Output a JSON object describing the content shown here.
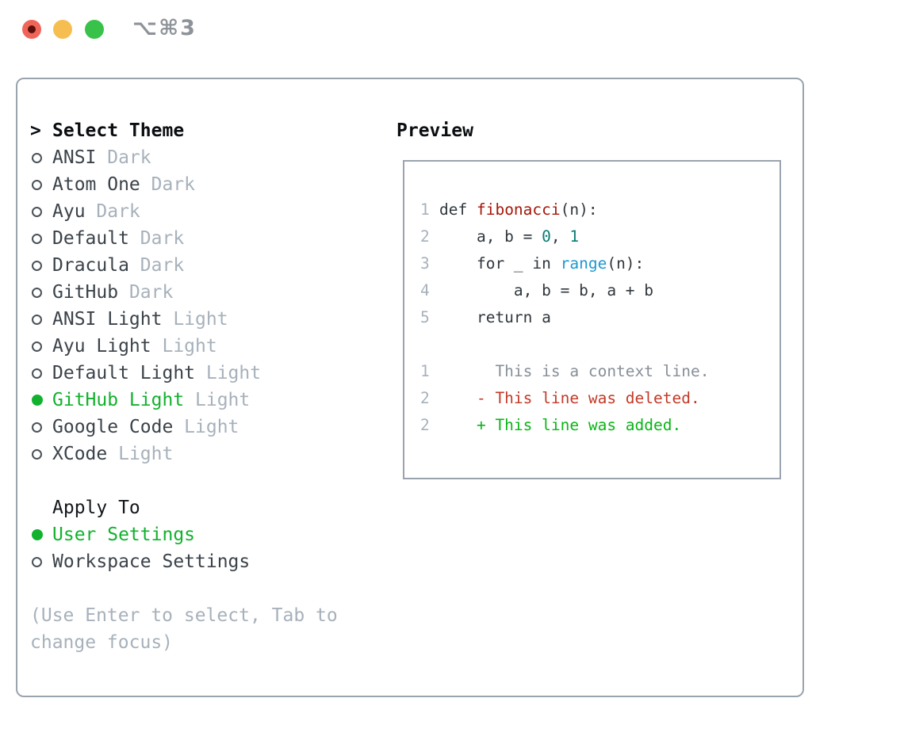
{
  "window": {
    "title": "⌥⌘3"
  },
  "theme_select": {
    "cursor": ">",
    "title": "Select Theme",
    "items": [
      {
        "label": "ANSI",
        "variant": "Dark",
        "selected": false
      },
      {
        "label": "Atom One",
        "variant": "Dark",
        "selected": false
      },
      {
        "label": "Ayu",
        "variant": "Dark",
        "selected": false
      },
      {
        "label": "Default",
        "variant": "Dark",
        "selected": false
      },
      {
        "label": "Dracula",
        "variant": "Dark",
        "selected": false
      },
      {
        "label": "GitHub",
        "variant": "Dark",
        "selected": false
      },
      {
        "label": "ANSI Light",
        "variant": "Light",
        "selected": false
      },
      {
        "label": "Ayu Light",
        "variant": "Light",
        "selected": false
      },
      {
        "label": "Default Light",
        "variant": "Light",
        "selected": false
      },
      {
        "label": "GitHub Light",
        "variant": "Light",
        "selected": true
      },
      {
        "label": "Google Code",
        "variant": "Light",
        "selected": false
      },
      {
        "label": "XCode",
        "variant": "Light",
        "selected": false
      }
    ]
  },
  "apply_to": {
    "title": "Apply To",
    "options": [
      {
        "label": "User Settings",
        "selected": true
      },
      {
        "label": "Workspace Settings",
        "selected": false
      }
    ]
  },
  "hint": {
    "text": "(Use Enter to select, Tab to change focus)"
  },
  "preview": {
    "title": "Preview",
    "code_lines": [
      {
        "num": "1",
        "tokens": [
          [
            "def ",
            "fg"
          ],
          [
            "fibonacci",
            "func"
          ],
          [
            "(n):",
            "fg"
          ]
        ]
      },
      {
        "num": "2",
        "tokens": [
          [
            "    a, b = ",
            "fg"
          ],
          [
            "0",
            "num"
          ],
          [
            ", ",
            "fg"
          ],
          [
            "1",
            "num"
          ]
        ]
      },
      {
        "num": "3",
        "tokens": [
          [
            "    for _ in ",
            "fg"
          ],
          [
            "range",
            "builtin"
          ],
          [
            "(n):",
            "fg"
          ]
        ]
      },
      {
        "num": "4",
        "tokens": [
          [
            "        a, b = b, a + b",
            "fg"
          ]
        ]
      },
      {
        "num": "5",
        "tokens": [
          [
            "    return a",
            "fg"
          ]
        ]
      },
      {
        "num": "",
        "tokens": []
      },
      {
        "num": "1",
        "tokens": [
          [
            "      This is a context line.",
            "ctx"
          ]
        ]
      },
      {
        "num": "2",
        "tokens": [
          [
            "    - This line was deleted.",
            "del"
          ]
        ]
      },
      {
        "num": "2",
        "tokens": [
          [
            "    + This line was added.",
            "add"
          ]
        ]
      }
    ]
  },
  "colors": {
    "select_green": "#12b12e",
    "add_green": "#0ab517",
    "del_red": "#c23a28",
    "func_red": "#a51608",
    "num_teal": "#0b7b72",
    "builtin_blue": "#1e99cf",
    "border_gray": "#9aa4ae",
    "text_dark": "#3b4249",
    "muted_gray": "#a7b1bb",
    "context_gray": "#878f98"
  }
}
